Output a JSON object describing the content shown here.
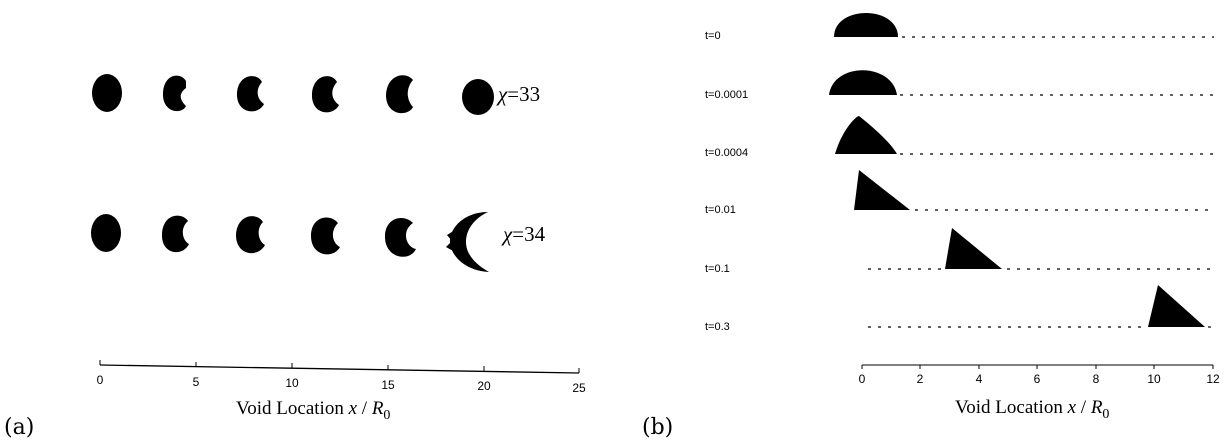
{
  "panel_a": {
    "label": "(a)",
    "rows": [
      {
        "chi_symbol": "χ",
        "chi_value": "=33"
      },
      {
        "chi_symbol": "χ",
        "chi_value": "=34"
      }
    ],
    "axis": {
      "ticks": [
        "0",
        "5",
        "10",
        "15",
        "20",
        "25"
      ],
      "title_prefix": "Void Location ",
      "title_var": "x",
      "title_sep": " / ",
      "title_r": "R",
      "title_sub": "0"
    }
  },
  "panel_b": {
    "label": "(b)",
    "times": [
      "t=0",
      "t=0.0001",
      "t=0.0004",
      "t=0.01",
      "t=0.1",
      "t=0.3"
    ],
    "axis": {
      "ticks": [
        "0",
        "2",
        "4",
        "6",
        "8",
        "10",
        "12"
      ],
      "title_prefix": "Void Location ",
      "title_var": "x",
      "title_sep": " / ",
      "title_r": "R",
      "title_sub": "0"
    }
  }
}
